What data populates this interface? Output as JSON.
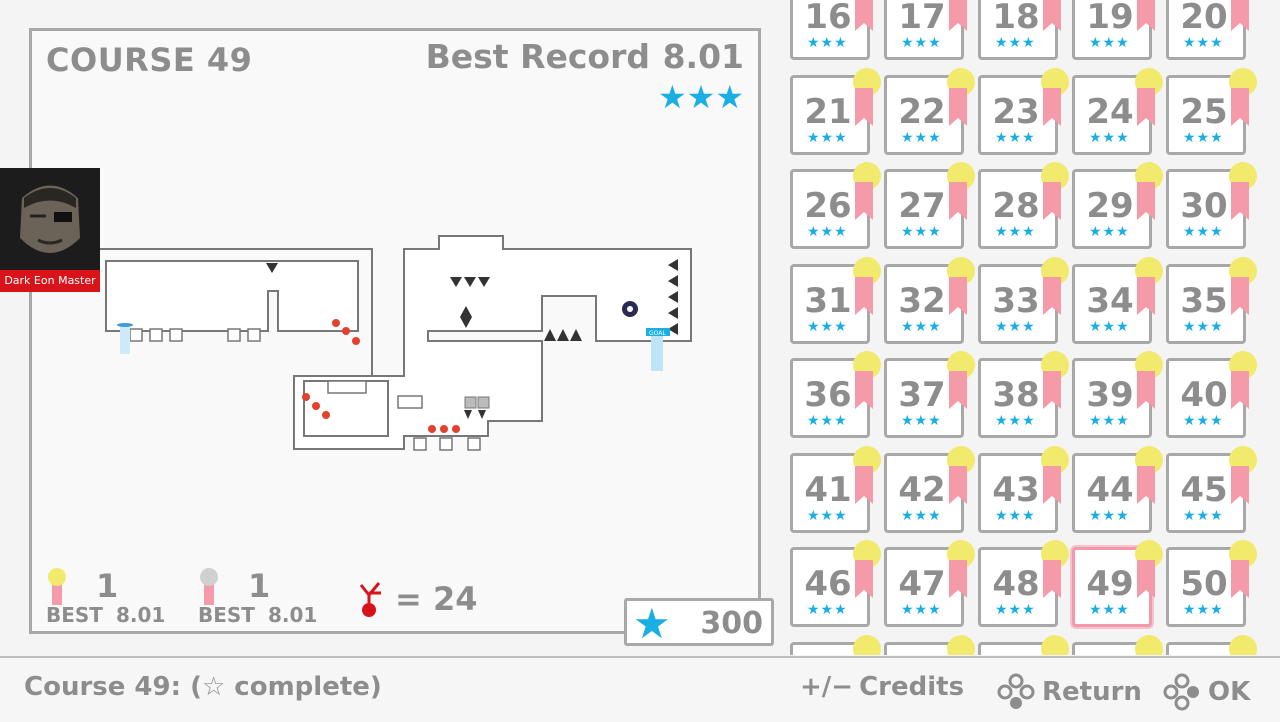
{
  "course": {
    "title": "COURSE 49",
    "best_record_label": "Best Record",
    "best_record_value": "8.01",
    "record_stars": "★★★"
  },
  "stats": {
    "gold_count": "1",
    "gold_best_label": "BEST",
    "gold_best_value": "8.01",
    "silver_count": "1",
    "silver_best_label": "BEST",
    "silver_best_value": "8.01",
    "deaths_text": "= 24"
  },
  "star_counter": {
    "value": "300"
  },
  "avatar": {
    "label": "Dark Eon Master"
  },
  "map": {
    "goal_label": "GOAL"
  },
  "grid": {
    "tiles": [
      {
        "num": "16",
        "stars": "★★★"
      },
      {
        "num": "17",
        "stars": "★★★"
      },
      {
        "num": "18",
        "stars": "★★★"
      },
      {
        "num": "19",
        "stars": "★★★"
      },
      {
        "num": "20",
        "stars": "★★★"
      },
      {
        "num": "21",
        "stars": "★★★"
      },
      {
        "num": "22",
        "stars": "★★★"
      },
      {
        "num": "23",
        "stars": "★★★"
      },
      {
        "num": "24",
        "stars": "★★★"
      },
      {
        "num": "25",
        "stars": "★★★"
      },
      {
        "num": "26",
        "stars": "★★★"
      },
      {
        "num": "27",
        "stars": "★★★"
      },
      {
        "num": "28",
        "stars": "★★★"
      },
      {
        "num": "29",
        "stars": "★★★"
      },
      {
        "num": "30",
        "stars": "★★★"
      },
      {
        "num": "31",
        "stars": "★★★"
      },
      {
        "num": "32",
        "stars": "★★★"
      },
      {
        "num": "33",
        "stars": "★★★"
      },
      {
        "num": "34",
        "stars": "★★★"
      },
      {
        "num": "35",
        "stars": "★★★"
      },
      {
        "num": "36",
        "stars": "★★★"
      },
      {
        "num": "37",
        "stars": "★★★"
      },
      {
        "num": "38",
        "stars": "★★★"
      },
      {
        "num": "39",
        "stars": "★★★"
      },
      {
        "num": "40",
        "stars": "★★★"
      },
      {
        "num": "41",
        "stars": "★★★"
      },
      {
        "num": "42",
        "stars": "★★★"
      },
      {
        "num": "43",
        "stars": "★★★"
      },
      {
        "num": "44",
        "stars": "★★★"
      },
      {
        "num": "45",
        "stars": "★★★"
      },
      {
        "num": "46",
        "stars": "★★★"
      },
      {
        "num": "47",
        "stars": "★★★"
      },
      {
        "num": "48",
        "stars": "★★★"
      },
      {
        "num": "49",
        "stars": "★★★"
      },
      {
        "num": "50",
        "stars": "★★★"
      }
    ],
    "selected": "49"
  },
  "footer": {
    "status": "Course 49: (☆ complete)",
    "credits_key": "+/−",
    "credits_label": "Credits",
    "return_label": "Return",
    "ok_label": "OK"
  },
  "colors": {
    "accent_blue": "#1aaee5",
    "gold": "#f2ea6c",
    "ribbon_pink": "#f49aa9",
    "fire_red": "#d8141a"
  }
}
